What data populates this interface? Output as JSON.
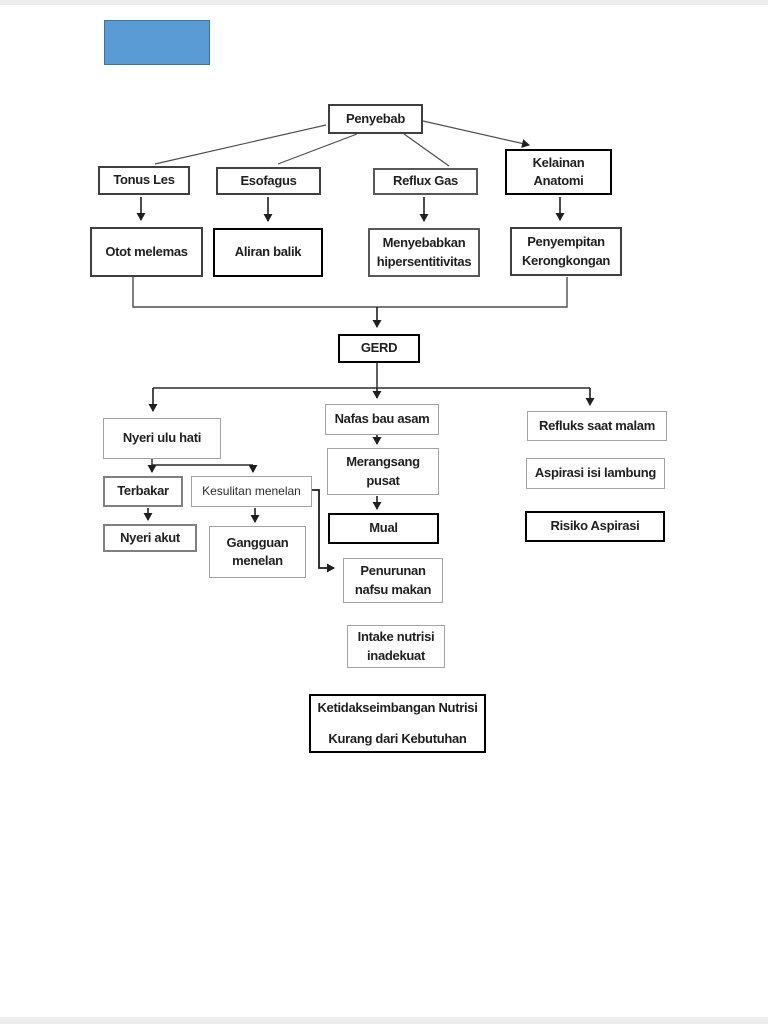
{
  "page": {
    "background_color": "#ffffff",
    "edge_strip_color": "#ececec"
  },
  "logo": {
    "fill_color": "#5b9bd5",
    "border_color": "#41719c"
  },
  "diagram": {
    "title_node": "Penyebab",
    "nodes": {
      "penyebab": "Penyebab",
      "tonus_les": "Tonus Les",
      "esofagus": "Esofagus",
      "reflux_gas": "Reflux Gas",
      "kelainan_anatomi": "Kelainan Anatomi",
      "otot_melemas": "Otot melemas",
      "aliran_balik": "Aliran balik",
      "menyebabkan_hipersentitivitas": "Menyebabkan hipersentitivitas",
      "penyempitan_kerongkongan": "Penyempitan Kerongkongan",
      "gerd": "GERD",
      "nyeri_ulu_hati": "Nyeri ulu hati",
      "terbakar": "Terbakar",
      "kesulitan_menelan": "Kesulitan menelan",
      "nyeri_akut": "Nyeri akut",
      "gangguan_menelan": "Gangguan menelan",
      "nafas_bau_asam": "Nafas bau asam",
      "merangsang_pusat": "Merangsang pusat",
      "mual": "Mual",
      "penurunan_nafsu_makan": "Penurunan nafsu makan",
      "intake_nutrisi_inadekuat": "Intake nutrisi inadekuat",
      "ketidakseimbangan_line1": "Ketidakseimbangan Nutrisi",
      "ketidakseimbangan_line2": "Kurang dari Kebutuhan",
      "refluks_saat_malam": "Refluks saat malam",
      "aspirasi_isi_lambung": "Aspirasi isi lambung",
      "risiko_aspirasi": "Risiko Aspirasi"
    },
    "line_color": "#4d4d4d",
    "arrow_color": "#1f1f1f"
  }
}
